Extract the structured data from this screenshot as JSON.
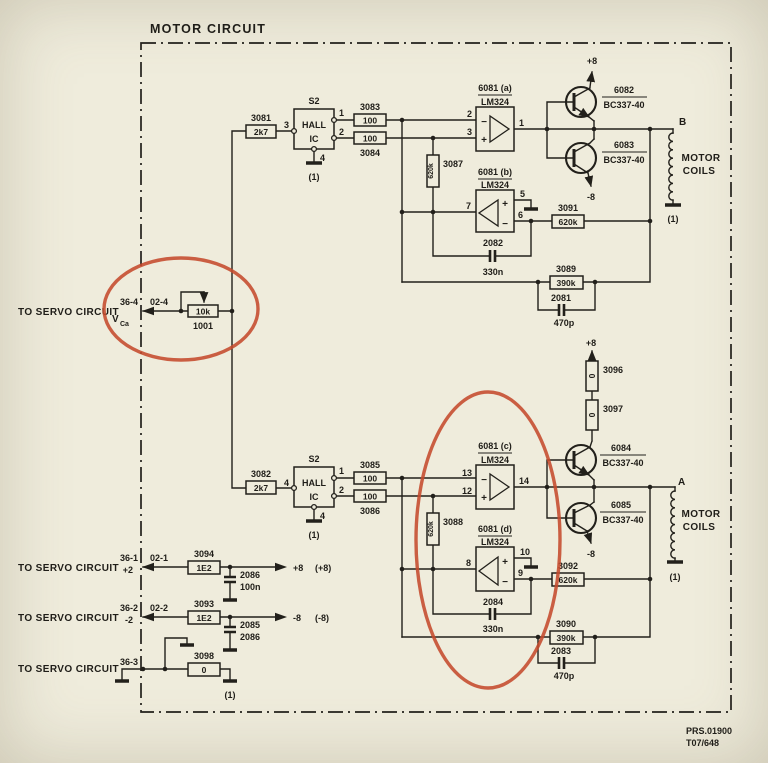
{
  "title": "MOTOR  CIRCUIT",
  "footer": {
    "ref1": "PRS.01900",
    "ref2": "T07/648"
  },
  "colors": {
    "paper": "#efecdc",
    "ink": "#22201b",
    "annotation": "#c54a2c"
  },
  "pot_section": {
    "label": "TO  SERVO  CIRCUIT",
    "port": "36-4",
    "inner": "02-4",
    "signal": "V",
    "signal_sub": "Ca",
    "value": "10k",
    "ref": "1001"
  },
  "channel_b": {
    "r_in": {
      "ref": "3081",
      "value": "2k7"
    },
    "hall": {
      "name": "S2",
      "l1": "HALL",
      "l2": "IC",
      "pin_in": "3",
      "pin1": "1",
      "pin2": "2",
      "pin_gnd": "4",
      "gnd": "(1)"
    },
    "r1": {
      "ref": "3083",
      "value": "100"
    },
    "r2": {
      "ref": "3084",
      "value": "100"
    },
    "r_series": {
      "ref": "3087",
      "value": "620k"
    },
    "opamp1": {
      "ref": "6081 (a)",
      "part": "LM324",
      "pin_m": "2",
      "pin_p": "3",
      "pin_o": "1",
      "plus": "+",
      "minus": "−"
    },
    "opamp2": {
      "ref": "6081 (b)",
      "part": "LM324",
      "pin_o": "7",
      "pin_p": "5",
      "pin_m": "6",
      "plus": "+",
      "minus": "−"
    },
    "c_int": {
      "ref": "2082",
      "value": "330n"
    },
    "r_out": {
      "ref": "3091",
      "value": "620k"
    },
    "r_fb": {
      "ref": "3089",
      "value": "390k"
    },
    "c_fb": {
      "ref": "2081",
      "value": "470p"
    },
    "q1": {
      "ref": "6082",
      "part": "BC337-40"
    },
    "q2": {
      "ref": "6083",
      "part": "BC337-40"
    },
    "rail_p": "+8",
    "rail_n": "-8",
    "node": "B",
    "coil": {
      "l1": "MOTOR",
      "l2": "COILS",
      "gnd": "(1)"
    }
  },
  "channel_a": {
    "r_in": {
      "ref": "3082",
      "value": "2k7"
    },
    "hall": {
      "name": "S2",
      "l1": "HALL",
      "l2": "IC",
      "pin_in": "4",
      "pin1": "1",
      "pin2": "2",
      "pin_gnd": "4",
      "gnd": "(1)"
    },
    "r1": {
      "ref": "3085",
      "value": "100"
    },
    "r2": {
      "ref": "3086",
      "value": "100"
    },
    "r_series": {
      "ref": "3088",
      "value": "620k"
    },
    "opamp1": {
      "ref": "6081 (c)",
      "part": "LM324",
      "pin_m": "13",
      "pin_p": "12",
      "pin_o": "14",
      "plus": "+",
      "minus": "−"
    },
    "opamp2": {
      "ref": "6081 (d)",
      "part": "LM324",
      "pin_o": "8",
      "pin_p": "10",
      "pin_m": "9",
      "plus": "+",
      "minus": "−"
    },
    "c_int": {
      "ref": "2084",
      "value": "330n"
    },
    "r_out": {
      "ref": "3092",
      "value": "620k"
    },
    "r_fb": {
      "ref": "3090",
      "value": "390k"
    },
    "c_fb": {
      "ref": "2083",
      "value": "470p"
    },
    "q1": {
      "ref": "6084",
      "part": "BC337-40"
    },
    "q2": {
      "ref": "6085",
      "part": "BC337-40"
    },
    "r_rail1": {
      "ref": "3096",
      "value": "0"
    },
    "r_rail2": {
      "ref": "3097",
      "value": "0"
    },
    "rail_p": "+8",
    "rail_n": "-8",
    "node": "A",
    "coil": {
      "l1": "MOTOR",
      "l2": "COILS",
      "gnd": "(1)"
    }
  },
  "supply_rows": [
    {
      "label": "TO  SERVO  CIRCUIT",
      "port": "36-1",
      "sig": "+2",
      "inner": "02-1",
      "r_ref": "3094",
      "r_val": "1E2",
      "c_ref": "2086",
      "c_val": "100n",
      "out": "+8",
      "out_paren": "(+8)"
    },
    {
      "label": "TO  SERVO  CIRCUIT",
      "port": "36-2",
      "sig": "-2",
      "inner": "02-2",
      "r_ref": "3093",
      "r_val": "1E2",
      "c_ref": "2085",
      "c_val": "2086",
      "out": "-8",
      "out_paren": "(-8)"
    },
    {
      "label": "TO  SERVO  CIRCUIT",
      "port": "36-3",
      "r_ref": "3098",
      "r_val": "0",
      "gnd": "(1)"
    }
  ]
}
